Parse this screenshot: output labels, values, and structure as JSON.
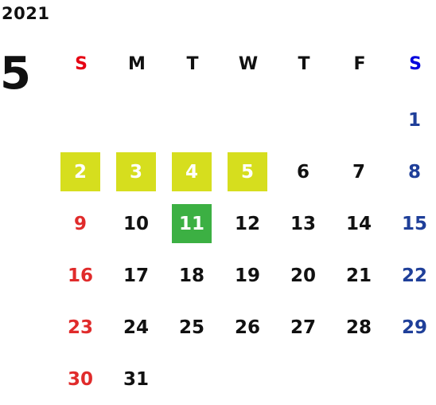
{
  "calendar": {
    "year": "2021",
    "month": "5",
    "weekdays": [
      "S",
      "M",
      "T",
      "W",
      "T",
      "F",
      "S"
    ],
    "weeks": [
      [
        "",
        "",
        "",
        "",
        "",
        "",
        "1"
      ],
      [
        "2",
        "3",
        "4",
        "5",
        "6",
        "7",
        "8"
      ],
      [
        "9",
        "10",
        "11",
        "12",
        "13",
        "14",
        "15"
      ],
      [
        "16",
        "17",
        "18",
        "19",
        "20",
        "21",
        "22"
      ],
      [
        "23",
        "24",
        "25",
        "26",
        "27",
        "28",
        "29"
      ],
      [
        "30",
        "31",
        "",
        "",
        "",
        "",
        ""
      ]
    ],
    "highlighted_holidays": [
      "2",
      "3",
      "4",
      "5"
    ],
    "today": "11"
  },
  "colors": {
    "text": "#111111",
    "sunday_header": "#e60012",
    "saturday_header": "#0000dd",
    "sunday_day": "#e02b2b",
    "saturday_day": "#1f3f99",
    "holiday_highlight_bg": "#d6de1e",
    "today_bg": "#3cb043",
    "highlight_text": "#ffffff"
  }
}
